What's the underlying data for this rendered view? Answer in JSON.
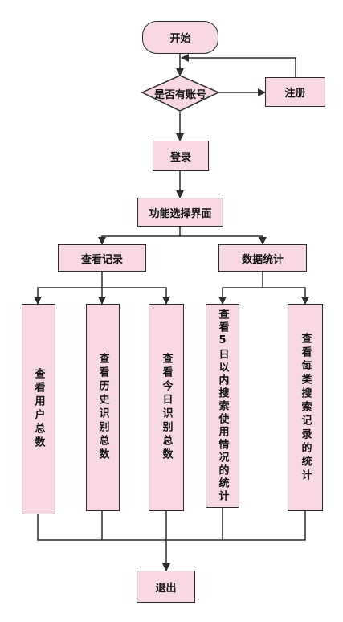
{
  "nodes": {
    "start": "开始",
    "has_account": "是否有账号",
    "register": "注册",
    "login": "登录",
    "function_select": "功能选择界面",
    "view_records": "查看记录",
    "data_stats": "数据统计",
    "total_users": "查看用户总数",
    "history_total": "查看历史识别总数",
    "today_total": "查看今日识别总数",
    "five_day_usage": "查看5日以内搜索使用情况的统计",
    "category_stats": "查看每类搜索记录的统计",
    "exit": "退出"
  },
  "colors": {
    "node_fill": "#f9d8e5",
    "stroke": "#2b2b2b"
  }
}
